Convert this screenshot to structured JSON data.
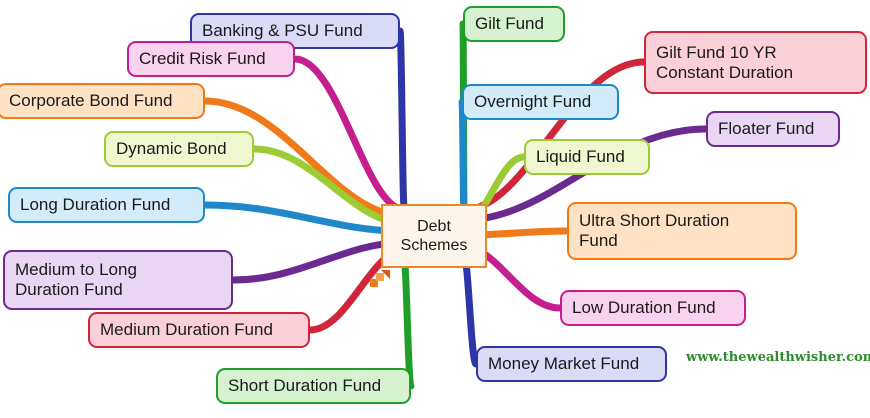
{
  "center": {
    "line1": "Debt",
    "line2": "Schemes"
  },
  "nodes": [
    {
      "name": "banking-psu-fund",
      "label": "Banking & PSU Fund",
      "bg": "#d9dbf7",
      "border": "#2e35a8"
    },
    {
      "name": "credit-risk-fund",
      "label": "Credit Risk Fund",
      "bg": "#f9d3ee",
      "border": "#c41e8f"
    },
    {
      "name": "corporate-bond-fund",
      "label": "Corporate Bond Fund",
      "bg": "#ffe2c4",
      "border": "#f07a1a"
    },
    {
      "name": "dynamic-bond",
      "label": "Dynamic Bond",
      "bg": "#eef7cf",
      "border": "#9bcc33"
    },
    {
      "name": "long-duration-fund",
      "label": "Long Duration Fund",
      "bg": "#d3ecfa",
      "border": "#1e88c9"
    },
    {
      "name": "medium-to-long-duration-fund",
      "label": "Medium to Long",
      "label2": "Duration Fund",
      "bg": "#e8d6f2",
      "border": "#6b2a8f"
    },
    {
      "name": "medium-duration-fund",
      "label": "Medium Duration Fund",
      "bg": "#fbd0d8",
      "border": "#d0263a"
    },
    {
      "name": "short-duration-fund",
      "label": "Short Duration Fund",
      "bg": "#d6f2d0",
      "border": "#1f9e2a"
    },
    {
      "name": "gilt-fund",
      "label": "Gilt Fund",
      "bg": "#d6f2d0",
      "border": "#1f9e2a"
    },
    {
      "name": "gilt-fund-10yr",
      "label": "Gilt Fund 10 YR",
      "label2": "Constant Duration",
      "bg": "#fbd0d8",
      "border": "#d0263a"
    },
    {
      "name": "overnight-fund",
      "label": "Overnight Fund",
      "bg": "#d3ecfa",
      "border": "#1e88c9"
    },
    {
      "name": "floater-fund",
      "label": "Floater Fund",
      "bg": "#e8d6f2",
      "border": "#6b2a8f"
    },
    {
      "name": "liquid-fund",
      "label": "Liquid Fund",
      "bg": "#eef7cf",
      "border": "#9bcc33"
    },
    {
      "name": "ultra-short-duration-fund",
      "label": "Ultra Short Duration",
      "label2": "Fund",
      "bg": "#ffe2c4",
      "border": "#f07a1a"
    },
    {
      "name": "low-duration-fund",
      "label": "Low Duration Fund",
      "bg": "#f9d3ee",
      "border": "#c41e8f"
    },
    {
      "name": "money-market-fund",
      "label": "Money Market Fund",
      "bg": "#d9dbf7",
      "border": "#2e35a8"
    }
  ],
  "watermark": "www.thewealthwisher.com"
}
